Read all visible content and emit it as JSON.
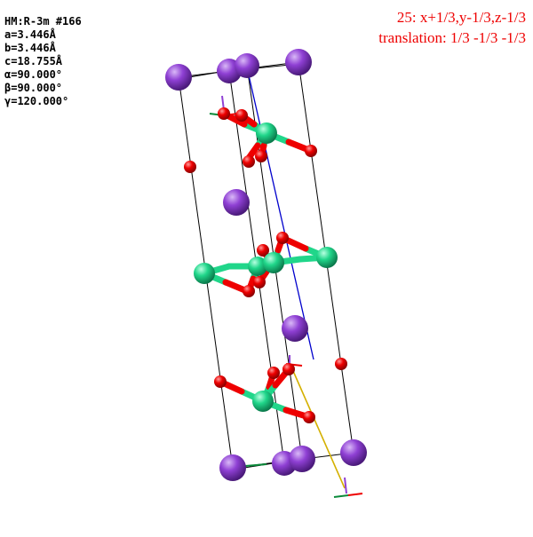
{
  "cell": {
    "hm": "HM:R-3m #166",
    "a": "a=3.446Å",
    "b": "b=3.446Å",
    "c": "c=18.755Å",
    "alpha": "α=90.000°",
    "beta": "β=90.000°",
    "gamma": "γ=120.000°"
  },
  "symmetry": {
    "operation": "25: x+1/3,y-1/3,z-1/3",
    "translation": "translation: 1/3 -1/3 -1/3",
    "color": "#ee0000"
  },
  "atom_colors": {
    "K": "#8f40d4",
    "Ni": "#20d68a",
    "O": "#ee0000"
  },
  "colors": {
    "cell_edge": "#000000",
    "c_axis": "#0000cc",
    "translation_vector": "#d4b000"
  }
}
